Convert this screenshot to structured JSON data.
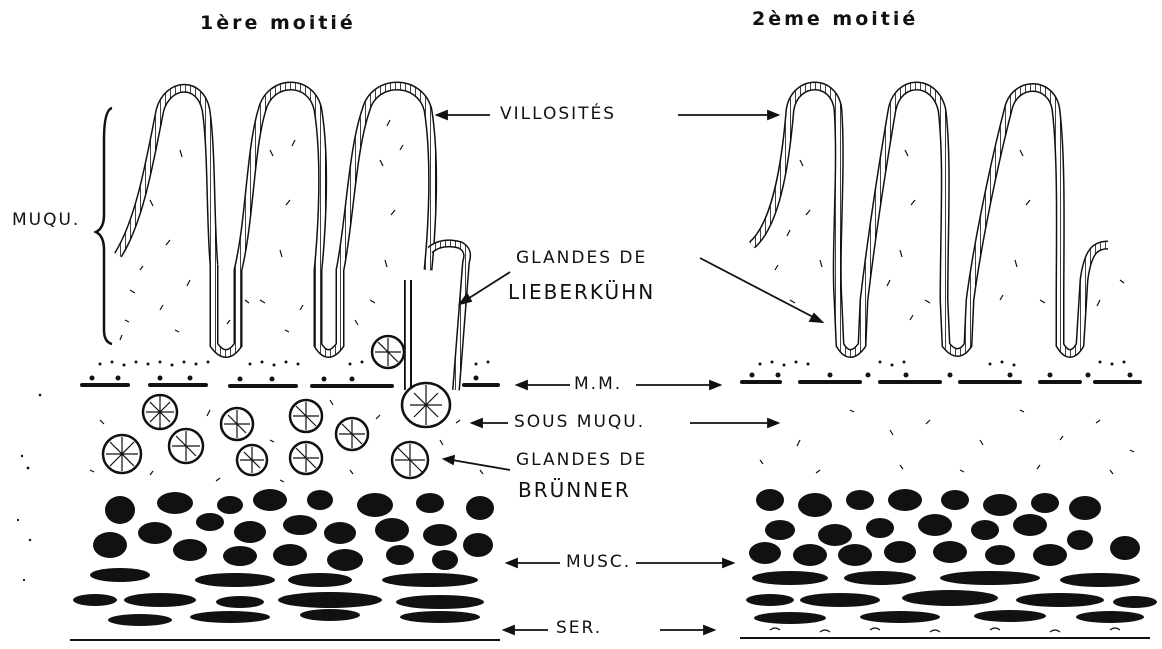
{
  "titles": {
    "left": "1ère  moitié",
    "right": "2ème  moitié"
  },
  "labels": {
    "muqu": "MUQU.",
    "villosites": "VILLOSITÉS",
    "glandes_lieberkuhn_line1": "GLANDES DE",
    "glandes_lieberkuhn_line2": "LIEBERKÜHN",
    "mm": "M.M.",
    "sous_muqu": "SOUS  MUQU.",
    "glandes_brunner_line1": "GLANDES DE",
    "glandes_brunner_line2": "BRÜNNER",
    "musc": "MUSC.",
    "ser": "SER."
  },
  "colors": {
    "ink": "#111111",
    "paper": "#ffffff"
  }
}
